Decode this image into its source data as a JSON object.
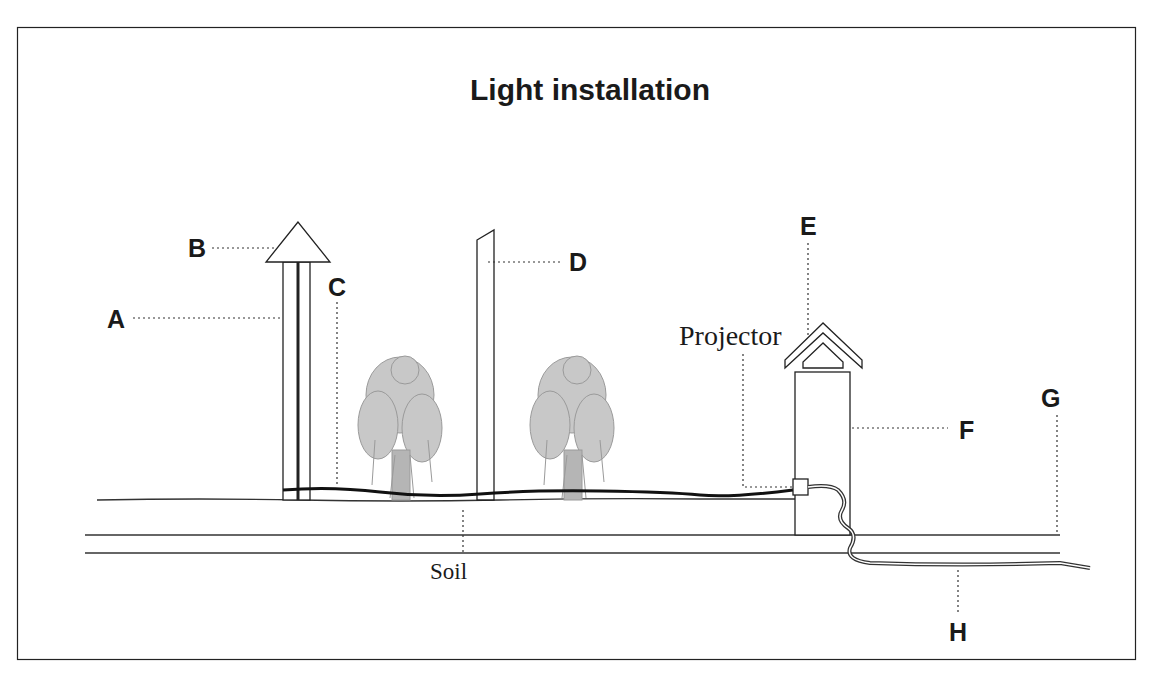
{
  "diagram": {
    "title": "Light installation",
    "labels": [
      "B",
      "E",
      "A",
      "D",
      "Projector",
      "C",
      "G",
      "F",
      "Soil",
      "H"
    ]
  }
}
